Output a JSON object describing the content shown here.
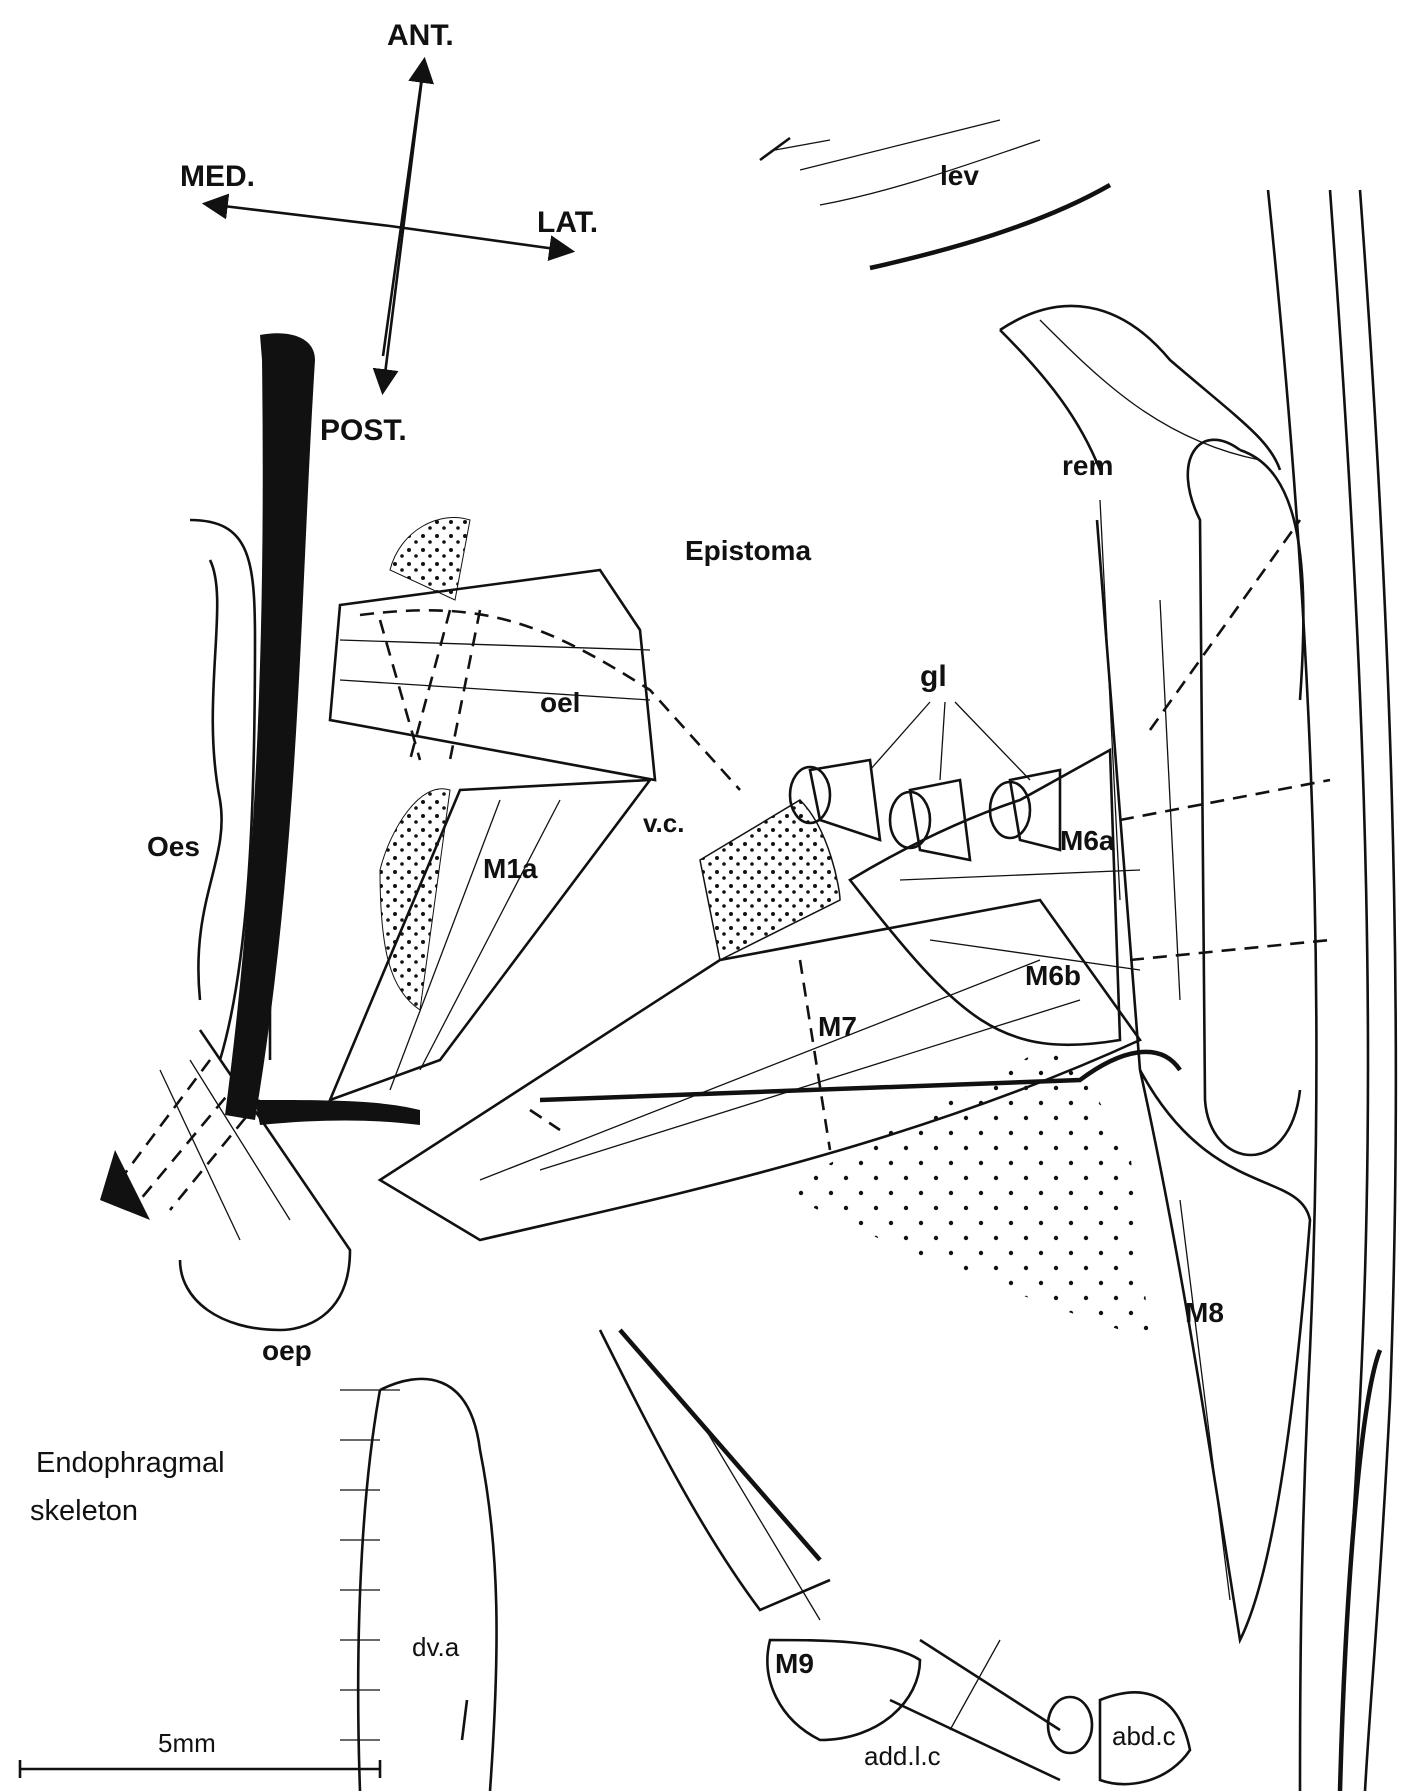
{
  "orientation": {
    "anterior": "ANT.",
    "posterior": "POST.",
    "medial": "MED.",
    "lateral": "LAT."
  },
  "labels": {
    "lev": "lev",
    "rem": "rem",
    "epistoma": "Epistoma",
    "gl": "gl",
    "oel": "oel",
    "vc": "v.c.",
    "m6a": "M6a",
    "m6b": "M6b",
    "oes": "Oes",
    "m1a": "M1a",
    "m7": "M7",
    "m8": "M8",
    "oep": "oep",
    "endophragmal_line1": "Endophragmal",
    "endophragmal_line2": "skeleton",
    "dva": "dv.a",
    "m9": "M9",
    "addlc": "add.l.c",
    "abdc": "abd.c"
  },
  "scale_bar": {
    "label": "5mm"
  },
  "colors": {
    "ink": "#111111",
    "paper": "#ffffff"
  }
}
